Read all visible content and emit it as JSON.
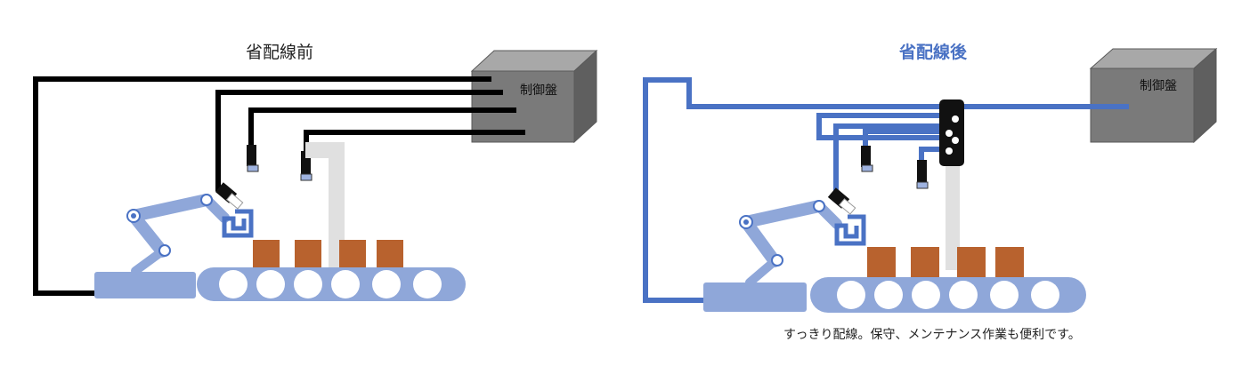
{
  "before": {
    "title": "省配線前",
    "panel_label": "制御盤"
  },
  "after": {
    "title": "省配線後",
    "panel_label": "制御盤",
    "caption": "すっきり配線。保守、メンテナンス作業も便利です。"
  },
  "colors": {
    "cable_before": "#000000",
    "cable_after": "#4a72c4",
    "title_after": "#4a72c4",
    "panel": "#7a7a7a",
    "robot_base": "#8fa7d9",
    "conveyor": "#8fa7d9",
    "box": "#b8622e",
    "pole": "#e0e0e0",
    "gripper": "#4a72c4"
  }
}
